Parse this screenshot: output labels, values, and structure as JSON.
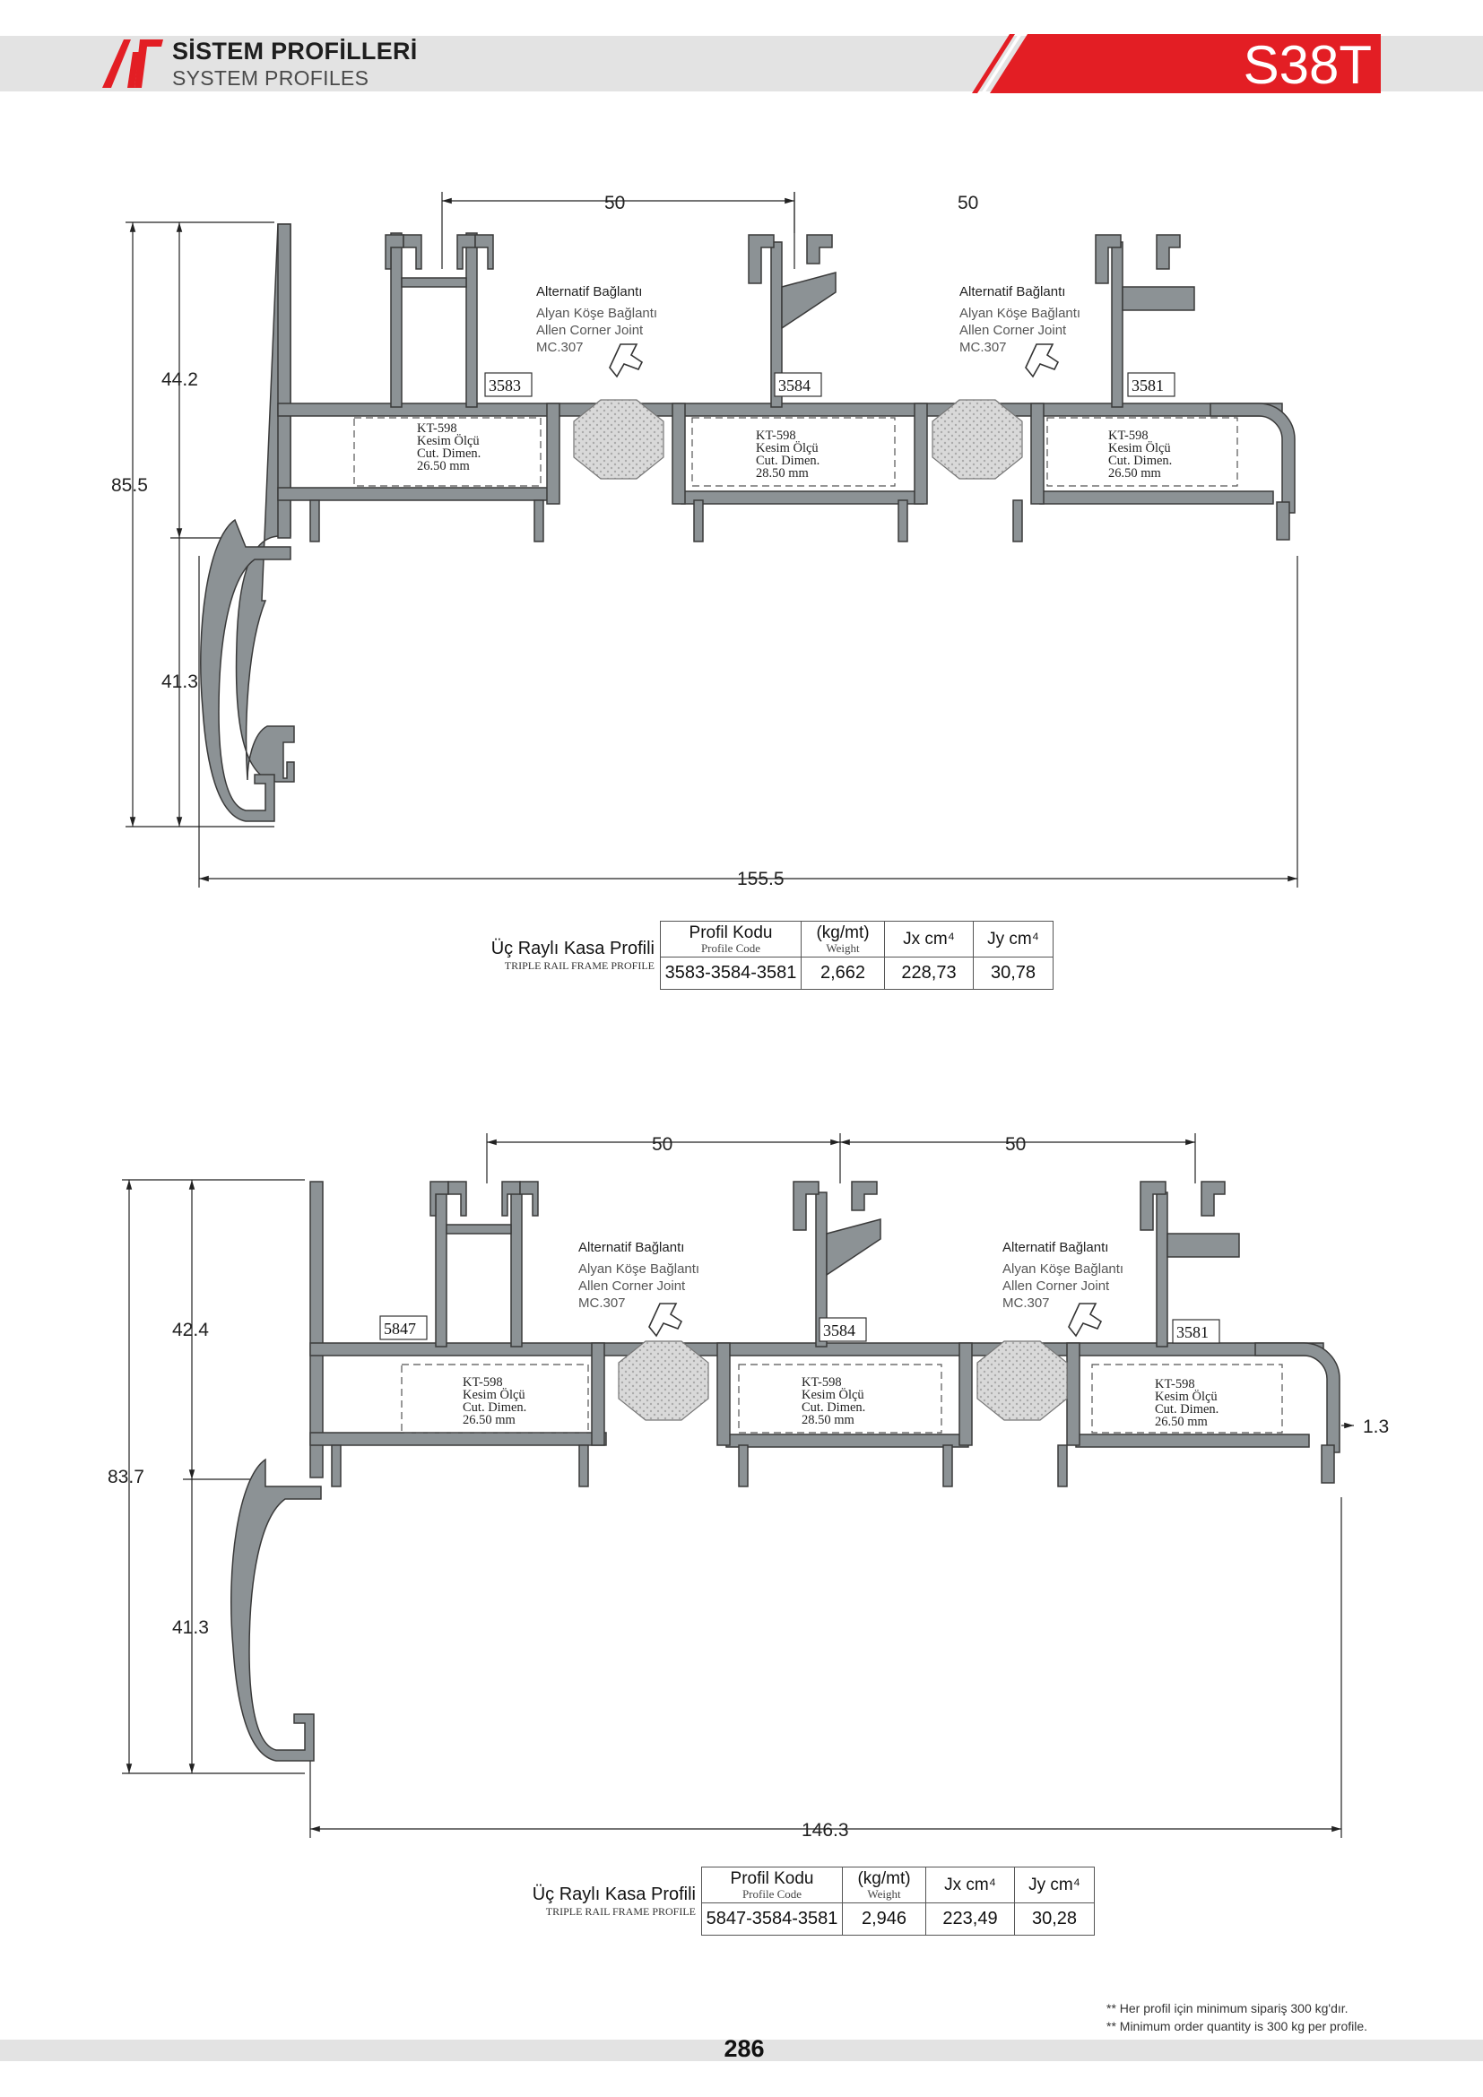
{
  "header": {
    "brand_tr": "SİSTEM PROFİLLERİ",
    "brand_en": "SYSTEM PROFILES",
    "series_code": "S38T",
    "accent": "#e31e24",
    "bar_color": "#e3e3e3",
    "logo_icon": "ap-logo-icon"
  },
  "colors": {
    "profile": "#8c9295",
    "profile_stroke": "#3a3a3a",
    "gasket": "#c8c8c8"
  },
  "drawing1": {
    "dims": {
      "top_left": "50",
      "top_right": "50",
      "overall_h": "85.5",
      "upper_h": "44.2",
      "lower_h": "41.3",
      "width": "155.5"
    },
    "profiles": [
      "3583",
      "3584",
      "3581"
    ],
    "joint_left": {
      "t1": "Alternatif Bağlantı",
      "t2": "Alyan Köşe Bağlantı",
      "t3": "Allen Corner Joint",
      "t4": "MC.307"
    },
    "joint_right": {
      "t1": "Alternatif Bağlantı",
      "t2": "Alyan Köşe Bağlantı",
      "t3": "Allen Corner Joint",
      "t4": "MC.307"
    },
    "cut1": {
      "a": "KT-598",
      "b": "Kesim Ölçü",
      "c": "Cut. Dimen.",
      "d": "26.50 mm"
    },
    "cut2": {
      "a": "KT-598",
      "b": "Kesim Ölçü",
      "c": "Cut. Dimen.",
      "d": "28.50 mm"
    },
    "cut3": {
      "a": "KT-598",
      "b": "Kesim Ölçü",
      "c": "Cut. Dimen.",
      "d": "26.50 mm"
    }
  },
  "table1": {
    "label": "Üç Raylı Kasa Profili",
    "label_en": "TRIPLE RAIL FRAME  PROFILE",
    "h_code": "Profil Kodu",
    "h_code_en": "Profile Code",
    "h_weight": "(kg/mt)",
    "h_weight_en": "Weight",
    "h_jx": "Jx cm⁴",
    "h_jy": "Jy cm⁴",
    "code": "3583-3584-3581",
    "weight": "2,662",
    "jx": "228,73",
    "jy": "30,78"
  },
  "drawing2": {
    "dims": {
      "top_left": "50",
      "top_right": "50",
      "overall_h": "83.7",
      "upper_h": "42.4",
      "lower_h": "41.3",
      "width": "146.3",
      "lip": "1.3"
    },
    "profiles": [
      "5847",
      "3584",
      "3581"
    ],
    "joint_left": {
      "t1": "Alternatif Bağlantı",
      "t2": "Alyan Köşe Bağlantı",
      "t3": "Allen Corner Joint",
      "t4": "MC.307"
    },
    "joint_right": {
      "t1": "Alternatif Bağlantı",
      "t2": "Alyan Köşe Bağlantı",
      "t3": "Allen Corner Joint",
      "t4": "MC.307"
    },
    "cut1": {
      "a": "KT-598",
      "b": "Kesim Ölçü",
      "c": "Cut. Dimen.",
      "d": "26.50 mm"
    },
    "cut2": {
      "a": "KT-598",
      "b": "Kesim Ölçü",
      "c": "Cut. Dimen.",
      "d": "28.50 mm"
    },
    "cut3": {
      "a": "KT-598",
      "b": "Kesim Ölçü",
      "c": "Cut. Dimen.",
      "d": "26.50 mm"
    }
  },
  "table2": {
    "label": "Üç Raylı Kasa Profili",
    "label_en": "TRIPLE RAIL FRAME  PROFILE",
    "h_code": "Profil Kodu",
    "h_code_en": "Profile Code",
    "h_weight": "(kg/mt)",
    "h_weight_en": "Weight",
    "h_jx": "Jx cm⁴",
    "h_jy": "Jy cm⁴",
    "code": "5847-3584-3581",
    "weight": "2,946",
    "jx": "223,49",
    "jy": "30,28"
  },
  "footer": {
    "note_tr": "** Her profil için minimum sipariş 300 kg'dır.",
    "note_en": "** Minimum order quantity is 300 kg per profile.",
    "page": "286"
  }
}
